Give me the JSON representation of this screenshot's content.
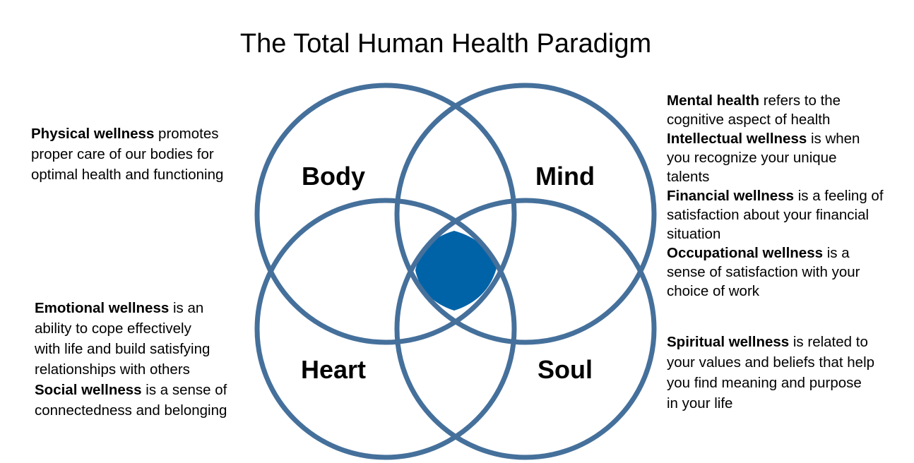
{
  "title": "The Total Human Health Paradigm",
  "colors": {
    "ring": "#45709B",
    "center": "#0063A8"
  },
  "circles": [
    {
      "id": "body",
      "label": "Body"
    },
    {
      "id": "mind",
      "label": "Mind"
    },
    {
      "id": "heart",
      "label": "Heart"
    },
    {
      "id": "soul",
      "label": "Soul"
    }
  ],
  "descriptions": {
    "physical": {
      "term": "Physical wellness",
      "lines": [
        " promotes",
        "proper care of our bodies for",
        "optimal health and functioning"
      ]
    },
    "mental": {
      "term": "Mental health",
      "lines": [
        " refers to the",
        "cognitive aspect of health"
      ]
    },
    "intellectual": {
      "term": "Intellectual wellness",
      "lines": [
        " is when",
        "you recognize your unique",
        "talents"
      ]
    },
    "financial": {
      "term": "Financial wellness",
      "lines": [
        " is a feeling of",
        "satisfaction about your financial",
        "situation"
      ]
    },
    "occupational": {
      "term": "Occupational wellness",
      "lines": [
        " is a",
        "sense of satisfaction with your",
        "choice of work"
      ]
    },
    "emotional": {
      "term": "Emotional wellness",
      "lines": [
        " is an",
        "ability to cope effectively",
        "with life and build satisfying",
        "relationships with others"
      ]
    },
    "social": {
      "term": "Social wellness",
      "lines": [
        " is a sense of",
        "connectedness and belonging"
      ]
    },
    "spiritual": {
      "term": "Spiritual wellness",
      "lines": [
        " is related to",
        "your values and beliefs that help",
        "you find meaning and purpose",
        "in your life"
      ]
    }
  }
}
